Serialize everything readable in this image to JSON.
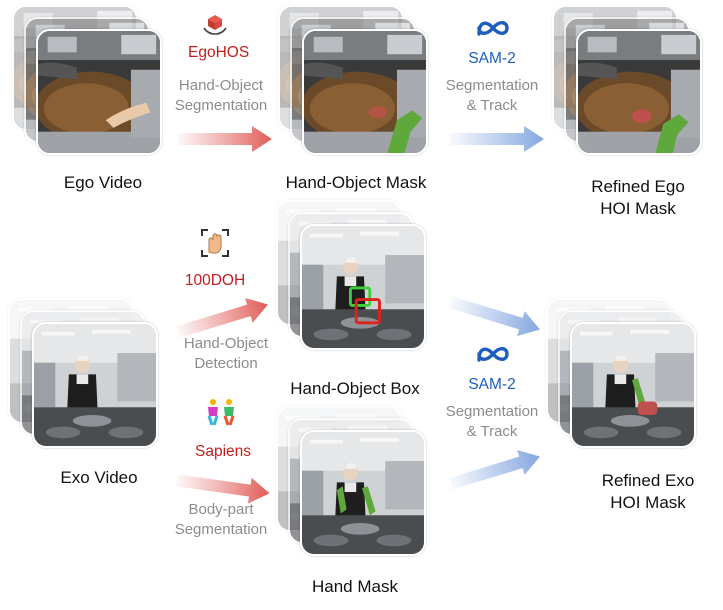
{
  "ego": {
    "input_caption": "Ego Video",
    "tool1": {
      "name": "EgoHOS",
      "desc_line1": "Hand-Object",
      "desc_line2": "Segmentation"
    },
    "mid_caption": "Hand-Object Mask",
    "tool2": {
      "name": "SAM-2",
      "desc_line1": "Segmentation",
      "desc_line2": "& Track"
    },
    "out_caption_line1": "Refined Ego",
    "out_caption_line2": "HOI Mask"
  },
  "exo": {
    "input_caption": "Exo Video",
    "tool_det": {
      "name": "100DOH",
      "desc_line1": "Hand-Object",
      "desc_line2": "Detection"
    },
    "box_caption": "Hand-Object Box",
    "tool_seg": {
      "name": "Sapiens",
      "desc_line1": "Body-part",
      "desc_line2": "Segmentation"
    },
    "hand_caption": "Hand Mask",
    "tool2": {
      "name": "SAM-2",
      "desc_line1": "Segmentation",
      "desc_line2": "& Track"
    },
    "out_caption_line1": "Refined Exo",
    "out_caption_line2": "HOI Mask"
  },
  "colors": {
    "red": "#c0201c",
    "blue": "#1d5dbd",
    "gray": "#8c8c8c",
    "hand_mask": "#5fa83c",
    "object_mask": "#c0504d"
  }
}
